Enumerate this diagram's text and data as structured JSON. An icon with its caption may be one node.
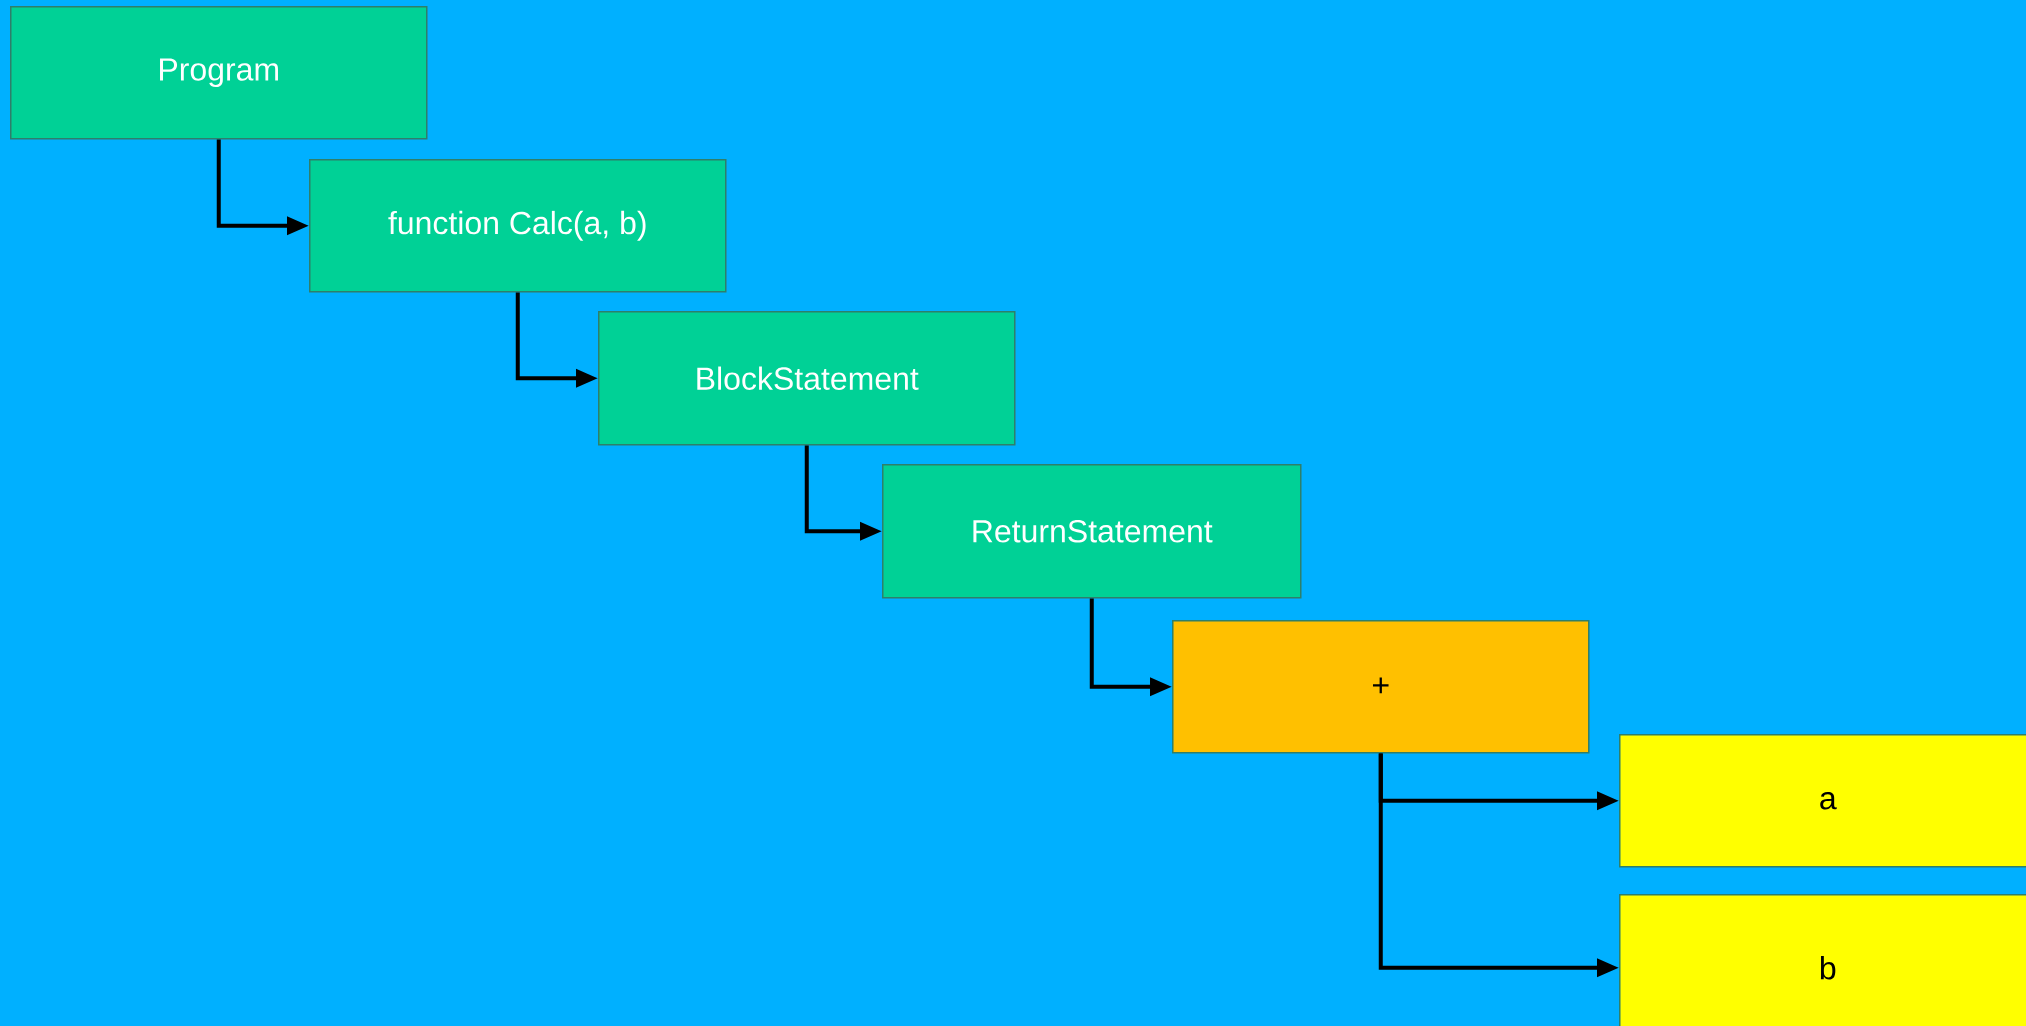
{
  "diagram": {
    "nodes": [
      {
        "text": [
          "Program"
        ]
      },
      {
        "text": [
          "function Calc(a, b)"
        ]
      },
      {
        "text": [
          "BlockStatement"
        ]
      },
      {
        "text": [
          "ReturnStatement"
        ]
      },
      {
        "text": [
          "+"
        ]
      },
      {
        "text": [
          "a"
        ]
      },
      {
        "text": [
          "b"
        ]
      }
    ],
    "edges": [
      {
        "from": 0,
        "to": 1,
        "arrow": "to"
      },
      {
        "from": 1,
        "to": 2,
        "arrow": "to"
      },
      {
        "from": 2,
        "to": 3,
        "arrow": "to"
      },
      {
        "from": 3,
        "to": 4,
        "arrow": "to"
      },
      {
        "from": 4,
        "to": 5,
        "arrow": "to"
      },
      {
        "from": 4,
        "to": 6,
        "arrow": "to"
      }
    ]
  }
}
